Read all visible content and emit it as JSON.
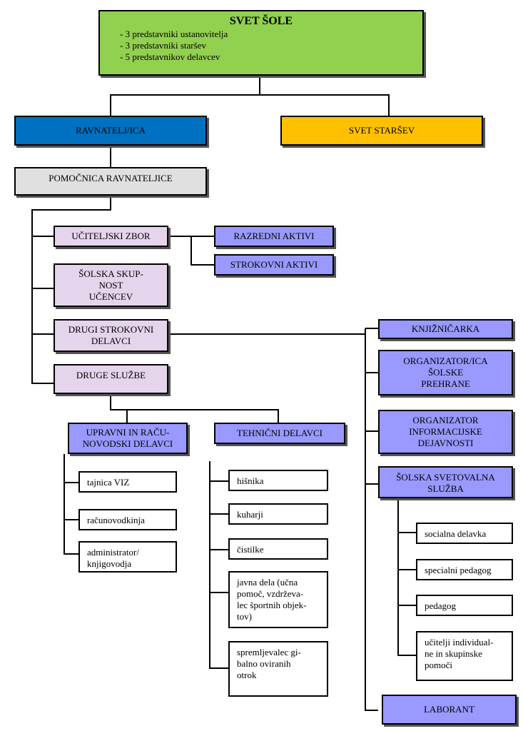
{
  "council": {
    "title": "SVET ŠOLE",
    "members": [
      "- 3 predstavniki ustanovitelja",
      "- 3 predstavniki staršev",
      "- 5 predstavnikov delavcev"
    ]
  },
  "principal": "RAVNATELJ/ICA",
  "parents_council": "SVET STARŠEV",
  "assistant_principal": "POMOČNICA RAVNATELJICE",
  "teachers": "UČITELJSKI ZBOR",
  "class_teams": "RAZREDNI AKTIVI",
  "expert_teams": "STROKOVNI AKTIVI",
  "student_community": [
    "ŠOLSKA SKUP-",
    "NOST",
    "UČENCEV"
  ],
  "other_experts": [
    "DRUGI STROKOVNI",
    "DELAVCI"
  ],
  "other_services": "DRUGE SLUŽBE",
  "admin": {
    "title": [
      "UPRAVNI IN RAČU-",
      "NOVODSKI DELAVCI"
    ],
    "items": [
      [
        "tajnica VIZ"
      ],
      [
        "računovodkinja"
      ],
      [
        "administrator/",
        "knjigovodja"
      ]
    ]
  },
  "technical": {
    "title": "TEHNIČNI DELAVCI",
    "items": [
      [
        "hišnika"
      ],
      [
        "kuharji"
      ],
      [
        "čistilke"
      ],
      [
        "javna dela (učna",
        "pomoč, vzdrževa-",
        "lec športnih objek-",
        "tov)"
      ],
      [
        "spremljevalec gi-",
        "balno oviranih",
        "otrok"
      ]
    ]
  },
  "experts": {
    "librarian": "KNJIŽNIČARKA",
    "food_organizer": [
      "ORGANIZATOR/ICA",
      "ŠOLSKE",
      "PREHRANE"
    ],
    "it_organizer": [
      "ORGANIZATOR",
      "INFORMACIJSKE",
      "DEJAVNOSTI"
    ],
    "counseling": {
      "title": [
        "ŠOLSKA SVETOVALNA",
        "SLUŽBA"
      ],
      "items": [
        [
          "socialna delavka"
        ],
        [
          "specialni pedagog"
        ],
        [
          "pedagog"
        ],
        [
          "učitelji individual-",
          "ne in skupinske",
          "pomoči"
        ]
      ]
    },
    "lab": "LABORANT"
  }
}
